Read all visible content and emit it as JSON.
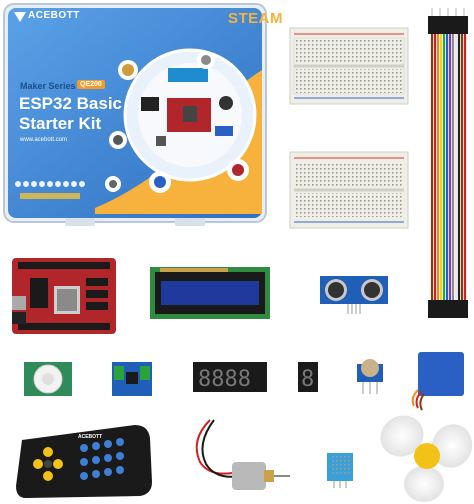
{
  "box": {
    "brand": "ACEBOTT",
    "steam": "STEAM",
    "series": "Maker Series",
    "model_code": "QE200",
    "title_line1": "ESP32 Basic",
    "title_line2": "Starter Kit",
    "url": "www.acebott.com"
  },
  "remote": {
    "brand": "ACEBOTT"
  },
  "colors": {
    "box_blue": "#4a8fd8",
    "box_yellow": "#f6b23c",
    "pcb_red": "#b0262b",
    "lcd_green": "#2f8b3f",
    "lcd_screen": "#1f3a9c",
    "breadboard": "#efefe8",
    "servo_blue": "#2a5fc4",
    "fan_yellow": "#f2c218"
  },
  "components": [
    "breadboard",
    "breadboard",
    "jumper-wires",
    "esp32-board",
    "lcd1602-module",
    "ultrasonic-sensor",
    "pir-sensor",
    "motor-driver-module",
    "4-digit-7-segment-display",
    "1-digit-7-segment-display",
    "potentiometer",
    "servo-motor",
    "ir-remote",
    "dc-motor",
    "dht11-sensor",
    "fan-propeller"
  ]
}
